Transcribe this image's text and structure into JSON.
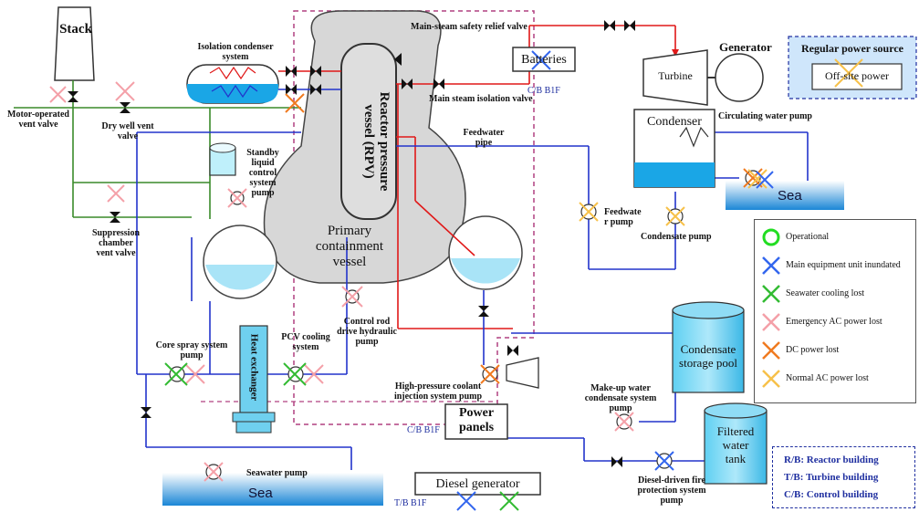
{
  "labels": {
    "stack": "Stack",
    "isolation_condenser": "Isolation condenser\nsystem",
    "msrv": "Main-steam safety relief valve",
    "batteries": "Batteries",
    "cb_b1f_top": "C/B B1F",
    "generator": "Generator",
    "turbine": "Turbine",
    "regular_power_source": "Regular power source",
    "offsite_power": "Off-site power",
    "rpv": "Reactor pressure\nvessel (RPV)",
    "msiv": "Main steam isolation valve",
    "motor_vent": "Motor-operated\nvent valve",
    "drywell_vent": "Dry well vent\nvalve",
    "condenser": "Condenser",
    "circ_pump": "Circulating water pump",
    "feedwater_pipe": "Feedwater\npipe",
    "sblc": "Standby\nliquid\ncontrol\nsystem\npump",
    "sea_right": "Sea",
    "feedwater_pump": "Feedwate\nr pump",
    "condensate_pump": "Condensate pump",
    "suppression_vent": "Suppression\nchamber\nvent valve",
    "pcv": "Primary\ncontainment\nvessel",
    "crd_pump": "Control rod\ndrive hydraulic\npump",
    "condensate_storage": "Condensate\nstorage pool",
    "core_spray": "Core spray system\npump",
    "pcv_cooling": "PCV cooling\nsystem",
    "heat_exchanger": "Heat exchanger",
    "hpci": "High-pressure coolant\ninjection system pump",
    "power_panels": "Power\npanels",
    "makeup_water": "Make-up water\ncondensate system\npump",
    "filtered_water": "Filtered\nwater\ntank",
    "cb_b1f_bottom": "C/B B1F",
    "seawater_pump": "Seawater pump",
    "sea_bottom": "Sea",
    "diesel_generator": "Diesel generator",
    "tb_b1f": "T/B B1F",
    "fire_pump": "Diesel-driven fire\nprotection system\npump"
  },
  "legend": [
    {
      "label": "Operational",
      "symbol": "circle",
      "color": "#22dd22"
    },
    {
      "label": "Main equipment unit inundated",
      "symbol": "cross",
      "color": "#3366ee"
    },
    {
      "label": "Seawater cooling lost",
      "symbol": "cross",
      "color": "#33bb33"
    },
    {
      "label": "Emergency AC power lost",
      "symbol": "cross",
      "color": "#f4a0a8"
    },
    {
      "label": "DC power lost",
      "symbol": "cross",
      "color": "#f07a20"
    },
    {
      "label": "Normal AC power lost",
      "symbol": "cross",
      "color": "#f7c14a"
    }
  ],
  "buildings": [
    "R/B:  Reactor building",
    "T/B:  Turbine building",
    "C/B:  Control building"
  ],
  "colors": {
    "water": "#1aa6e6",
    "steam_line": "#e01818",
    "feed_line": "#2233cc",
    "vent_line": "#3a8a2a",
    "pcv_fill": "#d7d7d7",
    "boundary": "#b04080"
  }
}
